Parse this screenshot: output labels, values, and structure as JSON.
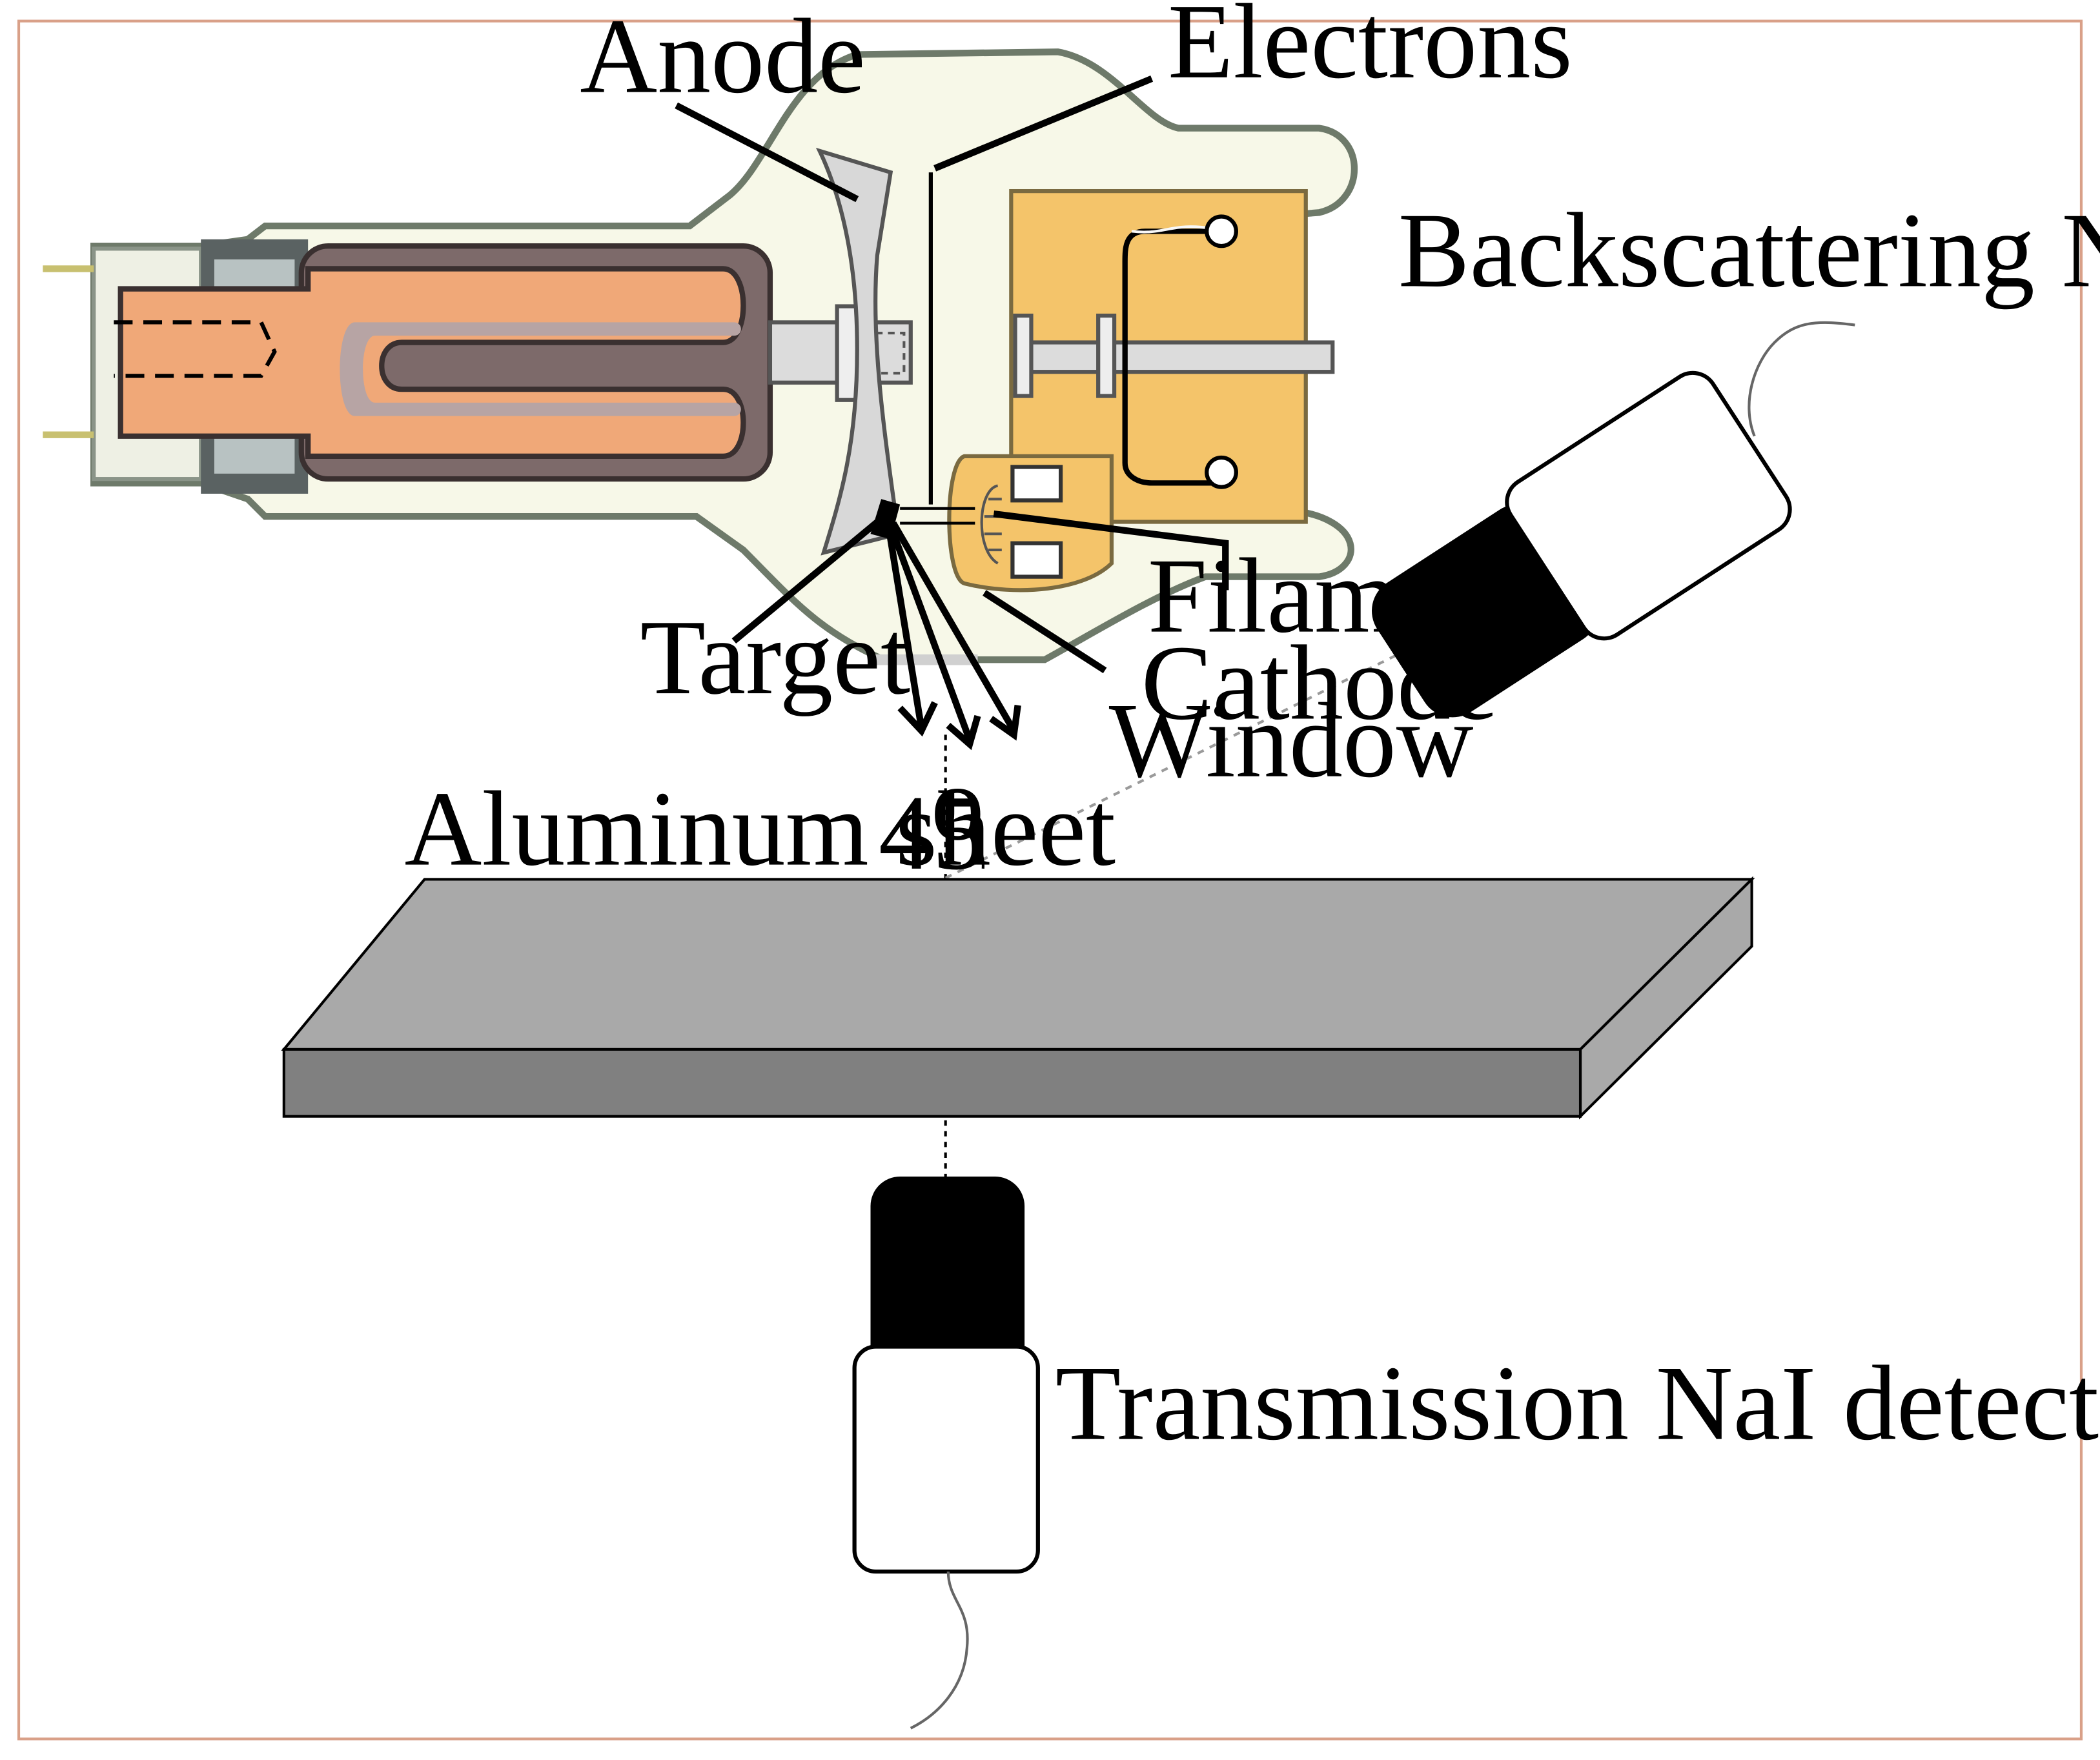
{
  "labels": {
    "anode": "Anode",
    "electrons": "Electrons",
    "backscattering_detector": "Backscattering NaI detector",
    "filament": "Filament",
    "target": "Target",
    "cathode": "Cathode",
    "window": "Window",
    "aluminum_sheet": "Aluminum sheet",
    "angle_value": "45",
    "angle_unit": "o",
    "transmission_detector": "Transmission NaI detector"
  },
  "colors": {
    "frame": "#d9a088",
    "tube_glass": "#f7f8e8",
    "tube_outline": "#6e7a6a",
    "cathode_housing": "#f4c46a",
    "copper": "#f0a878",
    "rotor_body": "#7d6a6a",
    "anode_disc": "#d8d8d8",
    "sheet_top": "#a9a9a9",
    "sheet_front": "#808080",
    "detector_crystal": "#000000",
    "detector_body": "#ffffff"
  }
}
